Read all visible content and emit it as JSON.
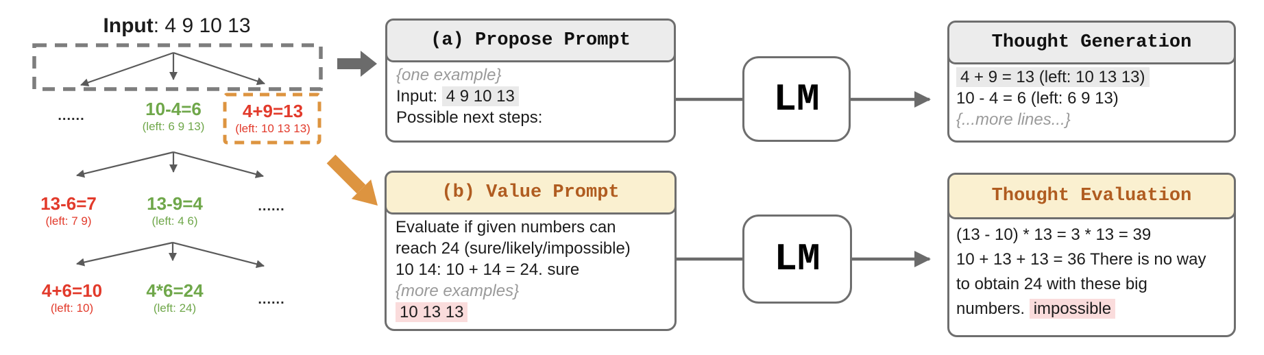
{
  "tree": {
    "input_label": "Input",
    "input_value": ": 4 9 10 13",
    "levels": [
      {
        "nodes": [
          {
            "eq": "......"
          },
          {
            "eq": "10-4=6",
            "left": "(left: 6 9 13)"
          },
          {
            "eq": "4+9=13",
            "left": "(left: 10 13 13)"
          }
        ]
      },
      {
        "nodes": [
          {
            "eq": "13-6=7",
            "left": "(left: 7 9)"
          },
          {
            "eq": "13-9=4",
            "left": "(left: 4 6)"
          },
          {
            "eq": "......"
          }
        ]
      },
      {
        "nodes": [
          {
            "eq": "4+6=10",
            "left": "(left: 10)"
          },
          {
            "eq": "4*6=24",
            "left": "(left: 24)"
          },
          {
            "eq": "......"
          }
        ]
      }
    ]
  },
  "propose_prompt": {
    "title": "(a) Propose Prompt",
    "line1": "{one example}",
    "line2_prefix": "Input: ",
    "line2_highlight": "4 9 10 13",
    "line3": "Possible next steps:"
  },
  "value_prompt": {
    "title": "(b) Value Prompt",
    "line1": "Evaluate if given numbers can",
    "line2": "reach 24 (sure/likely/impossible)",
    "line3": "10 14: 10 + 14 = 24. sure",
    "line4": "{more examples}",
    "line5_highlight": "10 13 13"
  },
  "lm1": {
    "label": "LM"
  },
  "lm2": {
    "label": "LM"
  },
  "thought_generation": {
    "title": "Thought Generation",
    "line1_highlight": "4 + 9 = 13 (left: 10 13 13)",
    "line2": "10 - 4 = 6 (left: 6 9 13)",
    "line3": "{...more lines...}"
  },
  "thought_evaluation": {
    "title": "Thought Evaluation",
    "line1": "(13 - 10) * 13 = 3 * 13 = 39",
    "line2": "10 + 13 + 13 = 36 There is no way",
    "line3": "to obtain 24 with these big",
    "line4_prefix": "numbers. ",
    "line4_highlight": "impossible"
  },
  "colors": {
    "green_node": "#6fa74a",
    "red_node": "#e23a2b",
    "orange_accent": "#dd9440",
    "gray_dash": "#7d7d7d",
    "box_border": "#6e6e6e",
    "header_gray_bg": "#ececec",
    "header_cream_bg": "#faf0d0",
    "header_brown_text": "#b05c20",
    "highlight_gray": "#e9e9e9",
    "highlight_pink": "#fadcdc"
  }
}
